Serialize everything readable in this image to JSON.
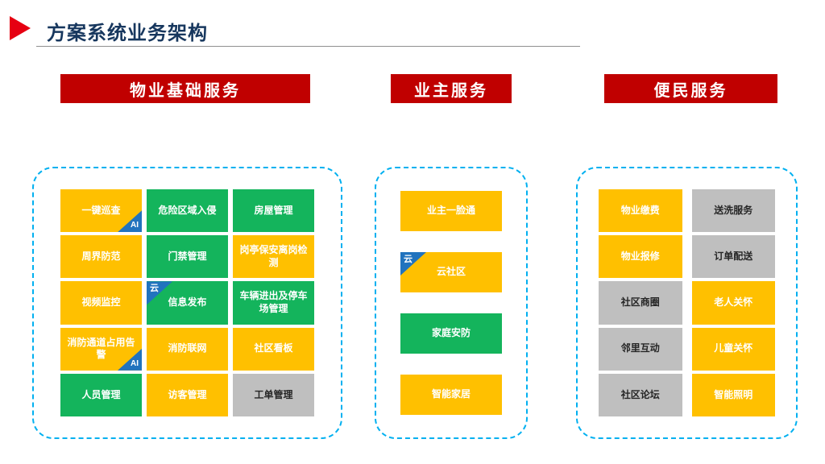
{
  "page": {
    "title": "方案系统业务架构"
  },
  "colors": {
    "arrow_red": "#E60012",
    "banner_red": "#C00000",
    "yellow": "#FFC000",
    "green": "#14B45C",
    "gray": "#BFBFBF",
    "badge_blue": "#2173BE",
    "panel_dash_blue": "#00B0F0",
    "title_navy": "#17375E"
  },
  "sections": [
    {
      "header": "物业基础服务",
      "columns": [
        [
          {
            "label": "一键巡查",
            "color": "yellow",
            "badge": "AI",
            "badge_pos": "br"
          },
          {
            "label": "周界防范",
            "color": "yellow"
          },
          {
            "label": "视频监控",
            "color": "yellow"
          },
          {
            "label": "消防通道占用告警",
            "color": "yellow",
            "badge": "AI",
            "badge_pos": "br"
          },
          {
            "label": "人员管理",
            "color": "green"
          }
        ],
        [
          {
            "label": "危险区域入侵",
            "color": "green"
          },
          {
            "label": "门禁管理",
            "color": "green"
          },
          {
            "label": "信息发布",
            "color": "green",
            "badge": "云",
            "badge_pos": "tl"
          },
          {
            "label": "消防联网",
            "color": "yellow"
          },
          {
            "label": "访客管理",
            "color": "yellow"
          }
        ],
        [
          {
            "label": "房屋管理",
            "color": "green"
          },
          {
            "label": "岗亭保安离岗检测",
            "color": "yellow"
          },
          {
            "label": "车辆进出及停车场管理",
            "color": "green"
          },
          {
            "label": "社区看板",
            "color": "yellow"
          },
          {
            "label": "工单管理",
            "color": "gray"
          }
        ]
      ]
    },
    {
      "header": "业主服务",
      "columns": [
        [
          {
            "label": "业主一脸通",
            "color": "yellow"
          },
          {
            "label": "云社区",
            "color": "yellow",
            "badge": "云",
            "badge_pos": "tl"
          },
          {
            "label": "家庭安防",
            "color": "green"
          },
          {
            "label": "智能家居",
            "color": "yellow"
          }
        ]
      ]
    },
    {
      "header": "便民服务",
      "columns": [
        [
          {
            "label": "物业缴费",
            "color": "yellow"
          },
          {
            "label": "物业报修",
            "color": "yellow"
          },
          {
            "label": "社区商圈",
            "color": "gray"
          },
          {
            "label": "邻里互动",
            "color": "gray"
          },
          {
            "label": "社区论坛",
            "color": "gray"
          }
        ],
        [
          {
            "label": "送洗服务",
            "color": "gray"
          },
          {
            "label": "订单配送",
            "color": "gray"
          },
          {
            "label": "老人关怀",
            "color": "yellow"
          },
          {
            "label": "儿童关怀",
            "color": "yellow"
          },
          {
            "label": "智能照明",
            "color": "yellow"
          }
        ]
      ]
    }
  ]
}
